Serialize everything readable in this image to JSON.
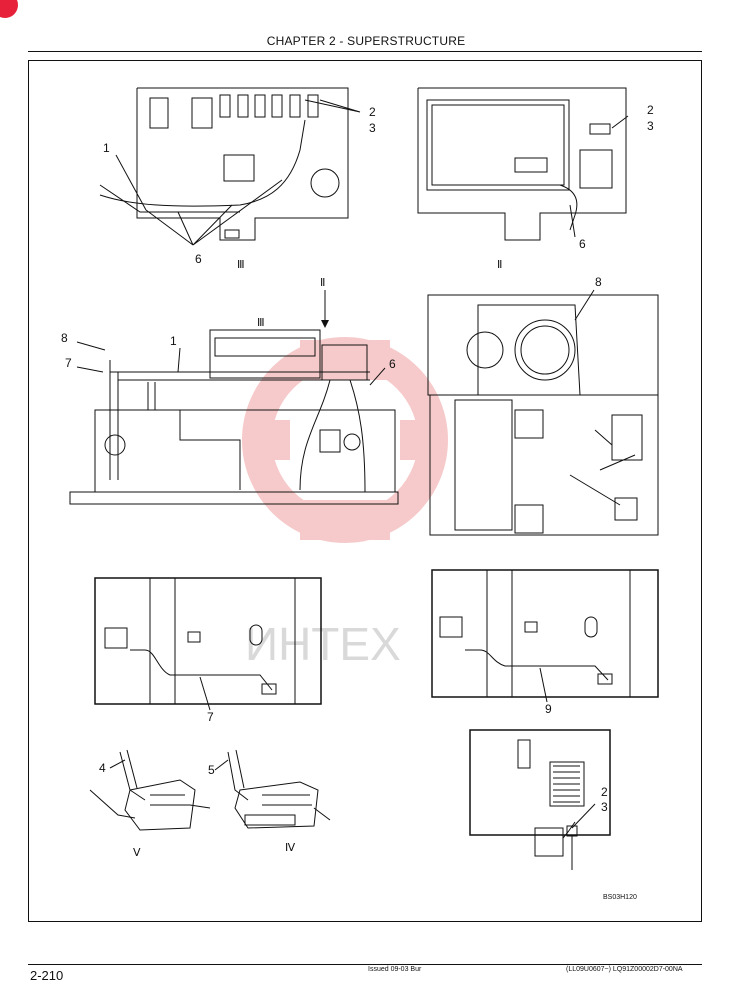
{
  "header": {
    "title": "CHAPTER 2 - SUPERSTRUCTURE"
  },
  "callouts": {
    "view_iii_top": {
      "n1": "1",
      "n2": "2",
      "n3": "3",
      "n6": "6"
    },
    "view_ii_top": {
      "n2": "2",
      "n3": "3",
      "n6": "6"
    },
    "view_main": {
      "n8": "8",
      "n7": "7",
      "n1": "1",
      "n6": "6"
    },
    "view_right": {
      "n8": "8"
    },
    "view_floor_left": {
      "n7": "7"
    },
    "view_floor_right": {
      "n9": "9"
    },
    "view_levers": {
      "n4": "4",
      "n5": "5"
    },
    "view_box": {
      "n2": "2",
      "n3": "3"
    }
  },
  "views": {
    "iii": "Ⅲ",
    "ii": "Ⅱ",
    "iii_main": "Ⅲ",
    "ii_arrow": "Ⅱ",
    "v": "Ⅴ",
    "iv": "Ⅳ"
  },
  "figure_ref": "BS03H120",
  "footer": {
    "page": "2-210",
    "issued": "Issued 09-03    Bur",
    "part": "(LL09U0607~)    LQ91Z00002D7-00NA"
  },
  "colors": {
    "line": "#111111",
    "watermark": "#f3b9b9",
    "marker": "#e8213a"
  }
}
